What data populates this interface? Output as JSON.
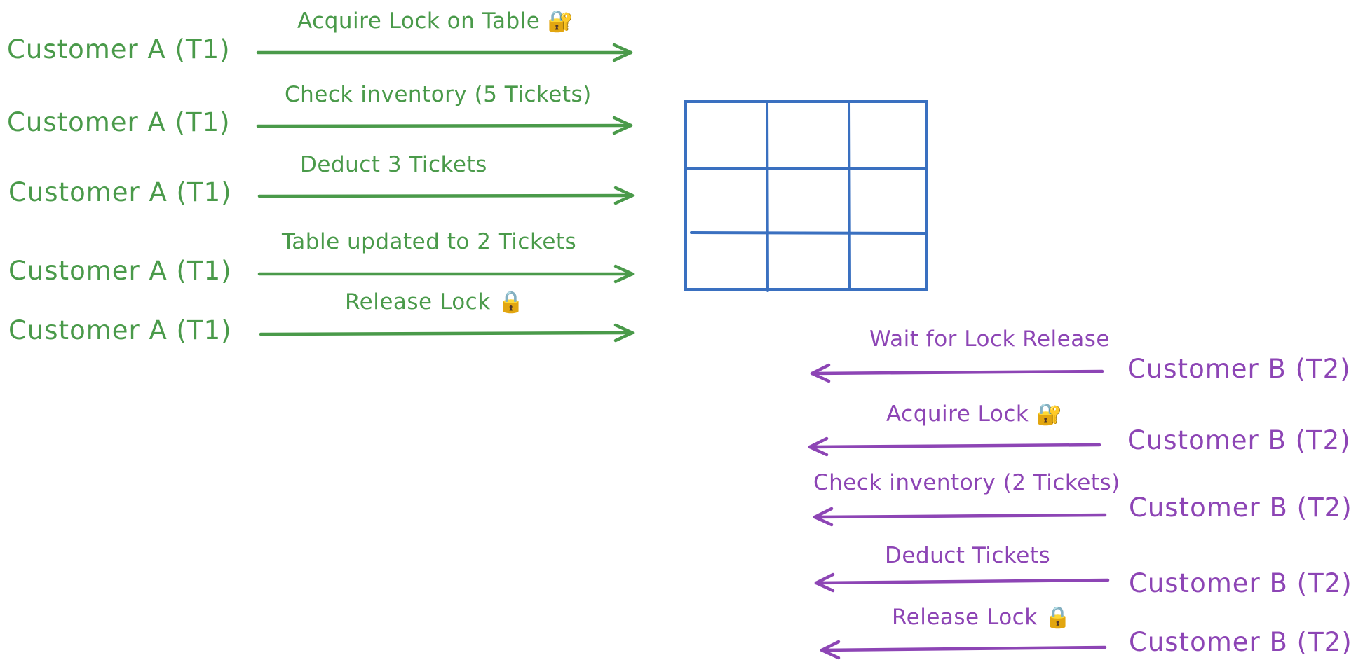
{
  "colors": {
    "green": "#4a9a4a",
    "purple": "#8d45b5",
    "table": "#3a70c0"
  },
  "customer_a": {
    "actor": "Customer A (T1)",
    "steps": [
      {
        "label": "Acquire Lock on Table",
        "icon": "lock-with-key-icon"
      },
      {
        "label": "Check inventory (5 Tickets)"
      },
      {
        "label": "Deduct 3 Tickets"
      },
      {
        "label": "Table updated to 2 Tickets"
      },
      {
        "label": "Release Lock",
        "icon": "padlock-icon"
      }
    ]
  },
  "customer_b": {
    "actor": "Customer B (T2)",
    "steps": [
      {
        "label": "Wait for Lock Release"
      },
      {
        "label": "Acquire Lock",
        "icon": "lock-with-key-icon"
      },
      {
        "label": "Check inventory (2 Tickets)"
      },
      {
        "label": "Deduct Tickets"
      },
      {
        "label": "Release Lock",
        "icon": "padlock-icon"
      }
    ]
  },
  "table": {
    "rows": 3,
    "cols": 3
  }
}
